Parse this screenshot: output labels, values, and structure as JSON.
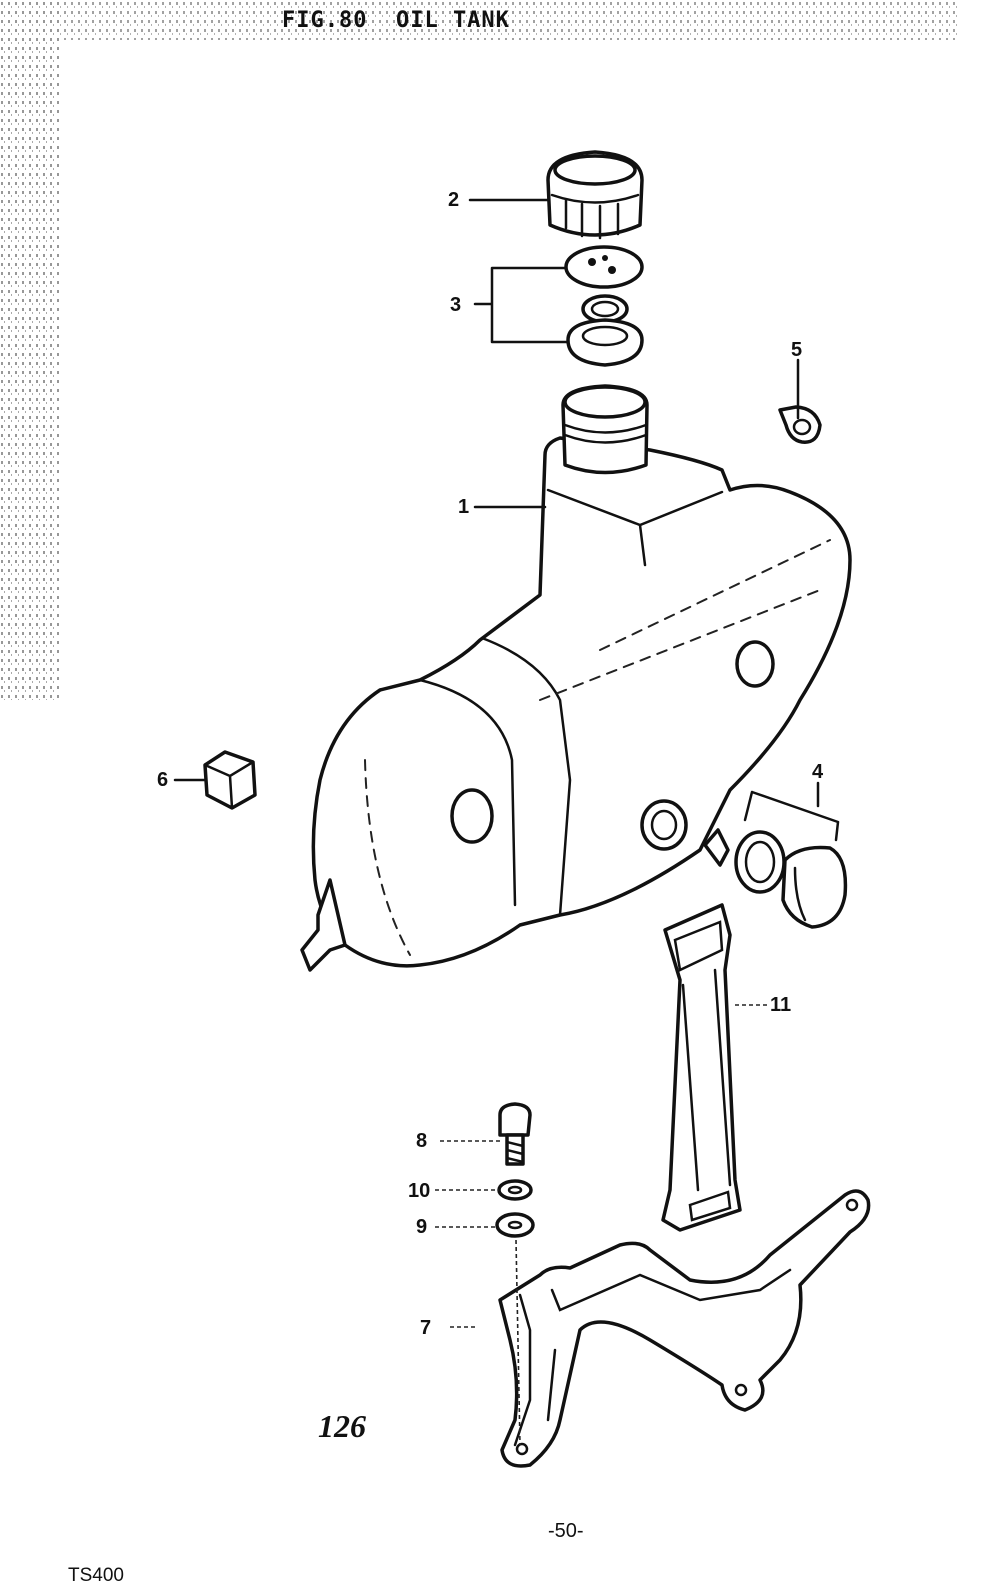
{
  "figure": {
    "title": "FIG.80  OIL TANK"
  },
  "callouts": [
    {
      "id": "1",
      "label": "1"
    },
    {
      "id": "2",
      "label": "2"
    },
    {
      "id": "3",
      "label": "3"
    },
    {
      "id": "4",
      "label": "4"
    },
    {
      "id": "5",
      "label": "5"
    },
    {
      "id": "6",
      "label": "6"
    },
    {
      "id": "7",
      "label": "7"
    },
    {
      "id": "8",
      "label": "8"
    },
    {
      "id": "9",
      "label": "9"
    },
    {
      "id": "10",
      "label": "10"
    },
    {
      "id": "11",
      "label": "11"
    }
  ],
  "plate_number": "126",
  "page_number": "-50-",
  "model": "TS400",
  "colors": {
    "ink": "#111111",
    "paper": "#ffffff"
  }
}
